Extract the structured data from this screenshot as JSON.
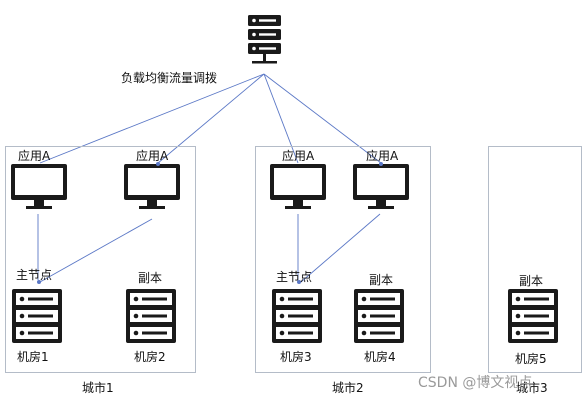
{
  "diagram": {
    "load_balancer_label": "负载均衡流量调拨",
    "cities": [
      {
        "label": "城市1"
      },
      {
        "label": "城市2"
      },
      {
        "label": "城市3"
      }
    ],
    "apps": [
      {
        "label": "应用A"
      },
      {
        "label": "应用A"
      },
      {
        "label": "应用A"
      },
      {
        "label": "应用A"
      }
    ],
    "rooms": [
      {
        "role": "主节点",
        "name": "机房1"
      },
      {
        "role": "副本",
        "name": "机房2"
      },
      {
        "role": "主节点",
        "name": "机房3"
      },
      {
        "role": "副本",
        "name": "机房4"
      },
      {
        "role": "副本",
        "name": "机房5"
      }
    ]
  },
  "watermark": "CSDN @博文视点",
  "colors": {
    "line": "#5b78c6",
    "box_border": "#b4bcc8",
    "icon": "#1a1a1a"
  }
}
